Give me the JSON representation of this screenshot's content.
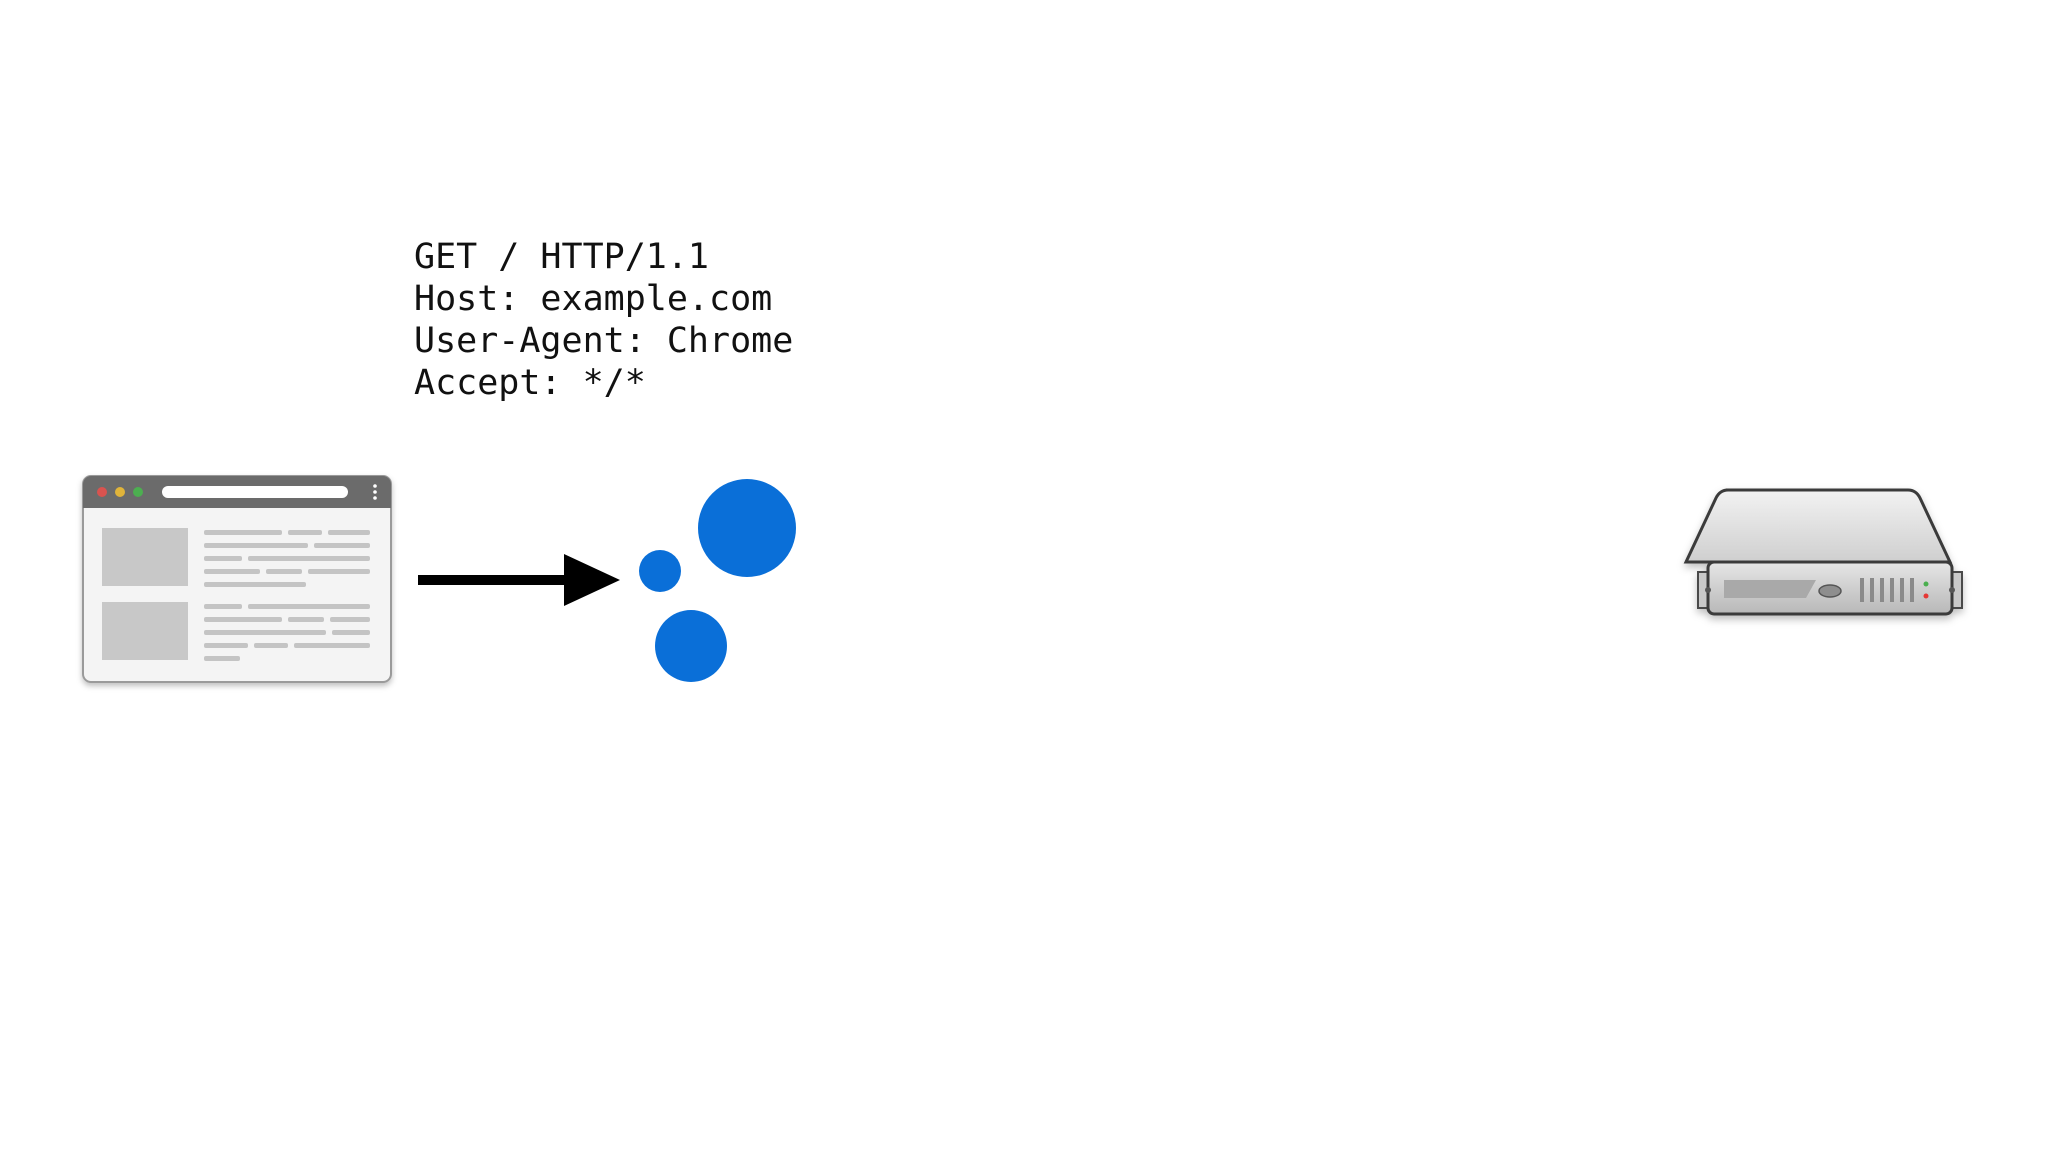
{
  "request": {
    "lines": [
      "GET / HTTP/1.1",
      "Host: example.com",
      "User-Agent: Chrome",
      "Accept: */*"
    ]
  },
  "icons": {
    "client": "browser-window-icon",
    "direction": "right-arrow-icon",
    "transit": "data-packets-icon",
    "destination": "server-icon"
  },
  "colors": {
    "packet": "#0a6fd8",
    "arrow": "#000000",
    "text": "#111111",
    "browser_chrome": "#6b6b6b",
    "browser_body": "#f4f4f4",
    "server_body": "#d6d6d6"
  }
}
